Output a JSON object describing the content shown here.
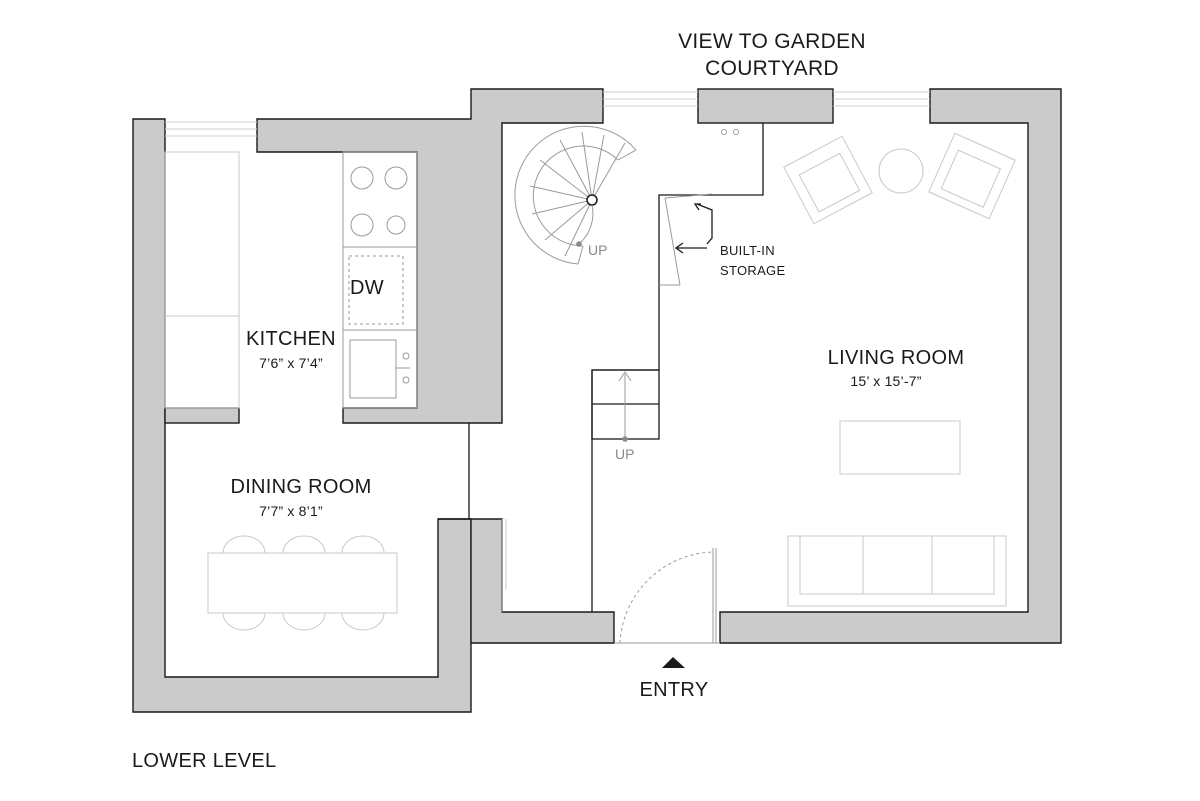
{
  "plan": {
    "level_label": "LOWER LEVEL",
    "view_label_line1": "VIEW TO GARDEN",
    "view_label_line2": "COURTYARD",
    "entry_label": "ENTRY",
    "rooms": {
      "kitchen": {
        "name": "KITCHEN",
        "dims": "7’6” x 7’4”"
      },
      "dining": {
        "name": "DINING ROOM",
        "dims": "7’7” x 8’1”"
      },
      "living": {
        "name": "LIVING ROOM",
        "dims": "15’ x 15’-7”"
      }
    },
    "dishwasher_label": "DW",
    "storage_label_line1": "BUILT-IN",
    "storage_label_line2": "STORAGE",
    "stair_up_spiral": "UP",
    "stair_up_straight": "UP"
  },
  "colors": {
    "wall_fill": "#cbcbcb",
    "line": "#1a1a1a",
    "furniture": "#c8c8c8"
  }
}
